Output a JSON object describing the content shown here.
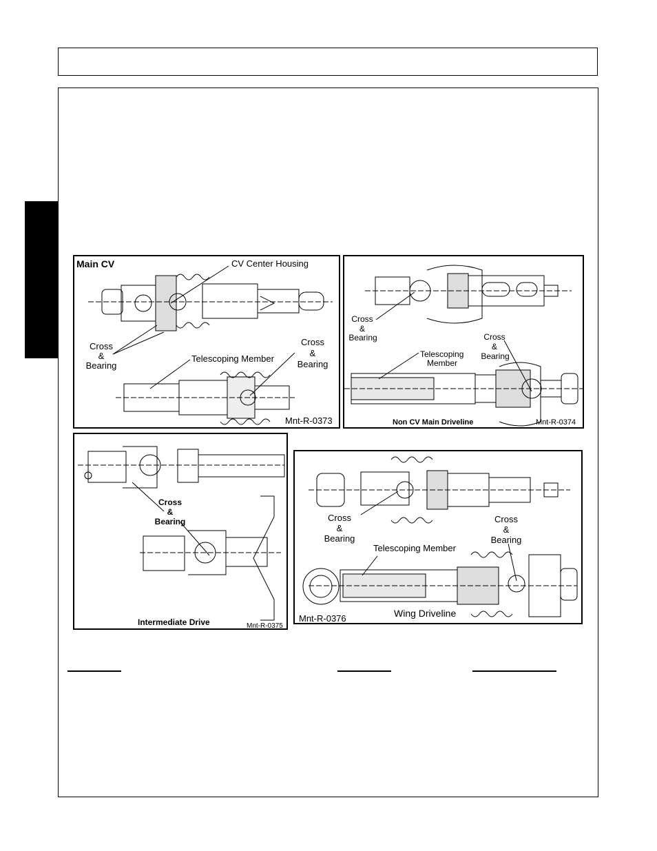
{
  "figures": {
    "main_cv": {
      "title": "Main CV",
      "cv_center_housing": "CV Center Housing",
      "cross": "Cross",
      "amp": "&",
      "bearing": "Bearing",
      "telescoping_member": "Telescoping Member",
      "ref": "Mnt-R-0373"
    },
    "non_cv": {
      "cross": "Cross",
      "amp": "&",
      "bearing": "Bearing",
      "telescoping": "Telescoping",
      "member": "Member",
      "caption": "Non CV Main Driveline",
      "ref": "Mnt-R-0374"
    },
    "intermediate": {
      "cross": "Cross",
      "amp": "&",
      "bearing": "Bearing",
      "caption": "Intermediate Drive",
      "ref": "Mnt-R-0375"
    },
    "wing": {
      "cross": "Cross",
      "amp": "&",
      "bearing": "Bearing",
      "telescoping_member": "Telescoping Member",
      "caption": "Wing Driveline",
      "ref": "Mnt-R-0376"
    }
  }
}
